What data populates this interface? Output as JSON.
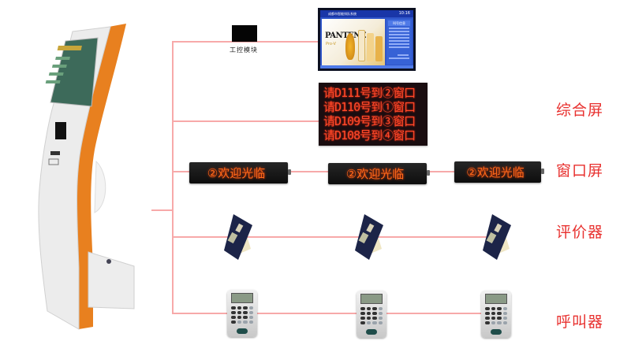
{
  "diagram": {
    "title": "Queue management system topology",
    "control_module": {
      "label": "工控模块",
      "icon": "black-box-icon"
    },
    "kiosk": {
      "name": "queue-ticket-kiosk",
      "accent_color": "#e57a1f",
      "body_color": "#eeeeee"
    },
    "monitor": {
      "header_text": "成都市智能排队系统",
      "time": "10:16",
      "sidebar_title": "叫号信息",
      "ad_brand": "PANTENE",
      "ad_sub": "Pro-V"
    },
    "comprehensive_screen": {
      "rows": [
        "请D111号到②窗口",
        "请D110号到①窗口",
        "请D109号到③窗口",
        "请D108号到④窗口"
      ],
      "led_color": "#ff4a2a"
    },
    "window_screens": [
      {
        "text": "②欢迎光临"
      },
      {
        "text": "②欢迎光临"
      },
      {
        "text": "②欢迎光临"
      }
    ],
    "evaluators_count": 3,
    "callers_count": 3,
    "category_labels": {
      "comprehensive_screen": "综合屏",
      "window_screen": "窗口屏",
      "evaluator": "评价器",
      "caller": "呼叫器"
    },
    "colors": {
      "wire": "#f7a9a9",
      "label": "#e8312f"
    }
  }
}
